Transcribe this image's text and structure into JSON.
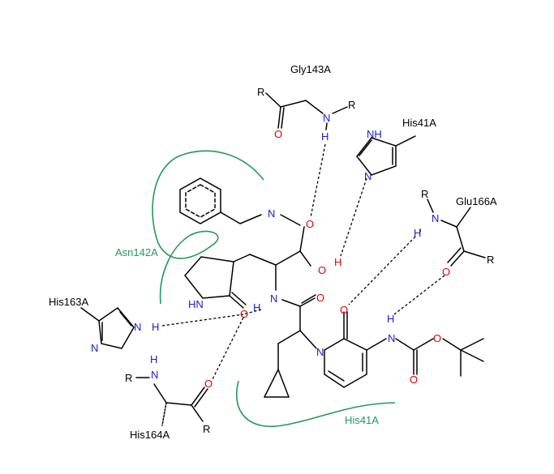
{
  "residues": {
    "gly143": "Gly143A",
    "his41_top": "His41A",
    "glu166": "Glu166A",
    "asn142": "Asn142A",
    "his163": "His163A",
    "his164": "His164A",
    "his41_bottom": "His41A"
  },
  "atoms": {
    "R": "R",
    "N": "N",
    "NH": "NH",
    "HN": "HN",
    "O": "O",
    "H": "H"
  },
  "colors": {
    "carbon_bond": "#000000",
    "nitrogen": "#1a1ad6",
    "oxygen": "#e00000",
    "contact_line": "#22995a"
  }
}
